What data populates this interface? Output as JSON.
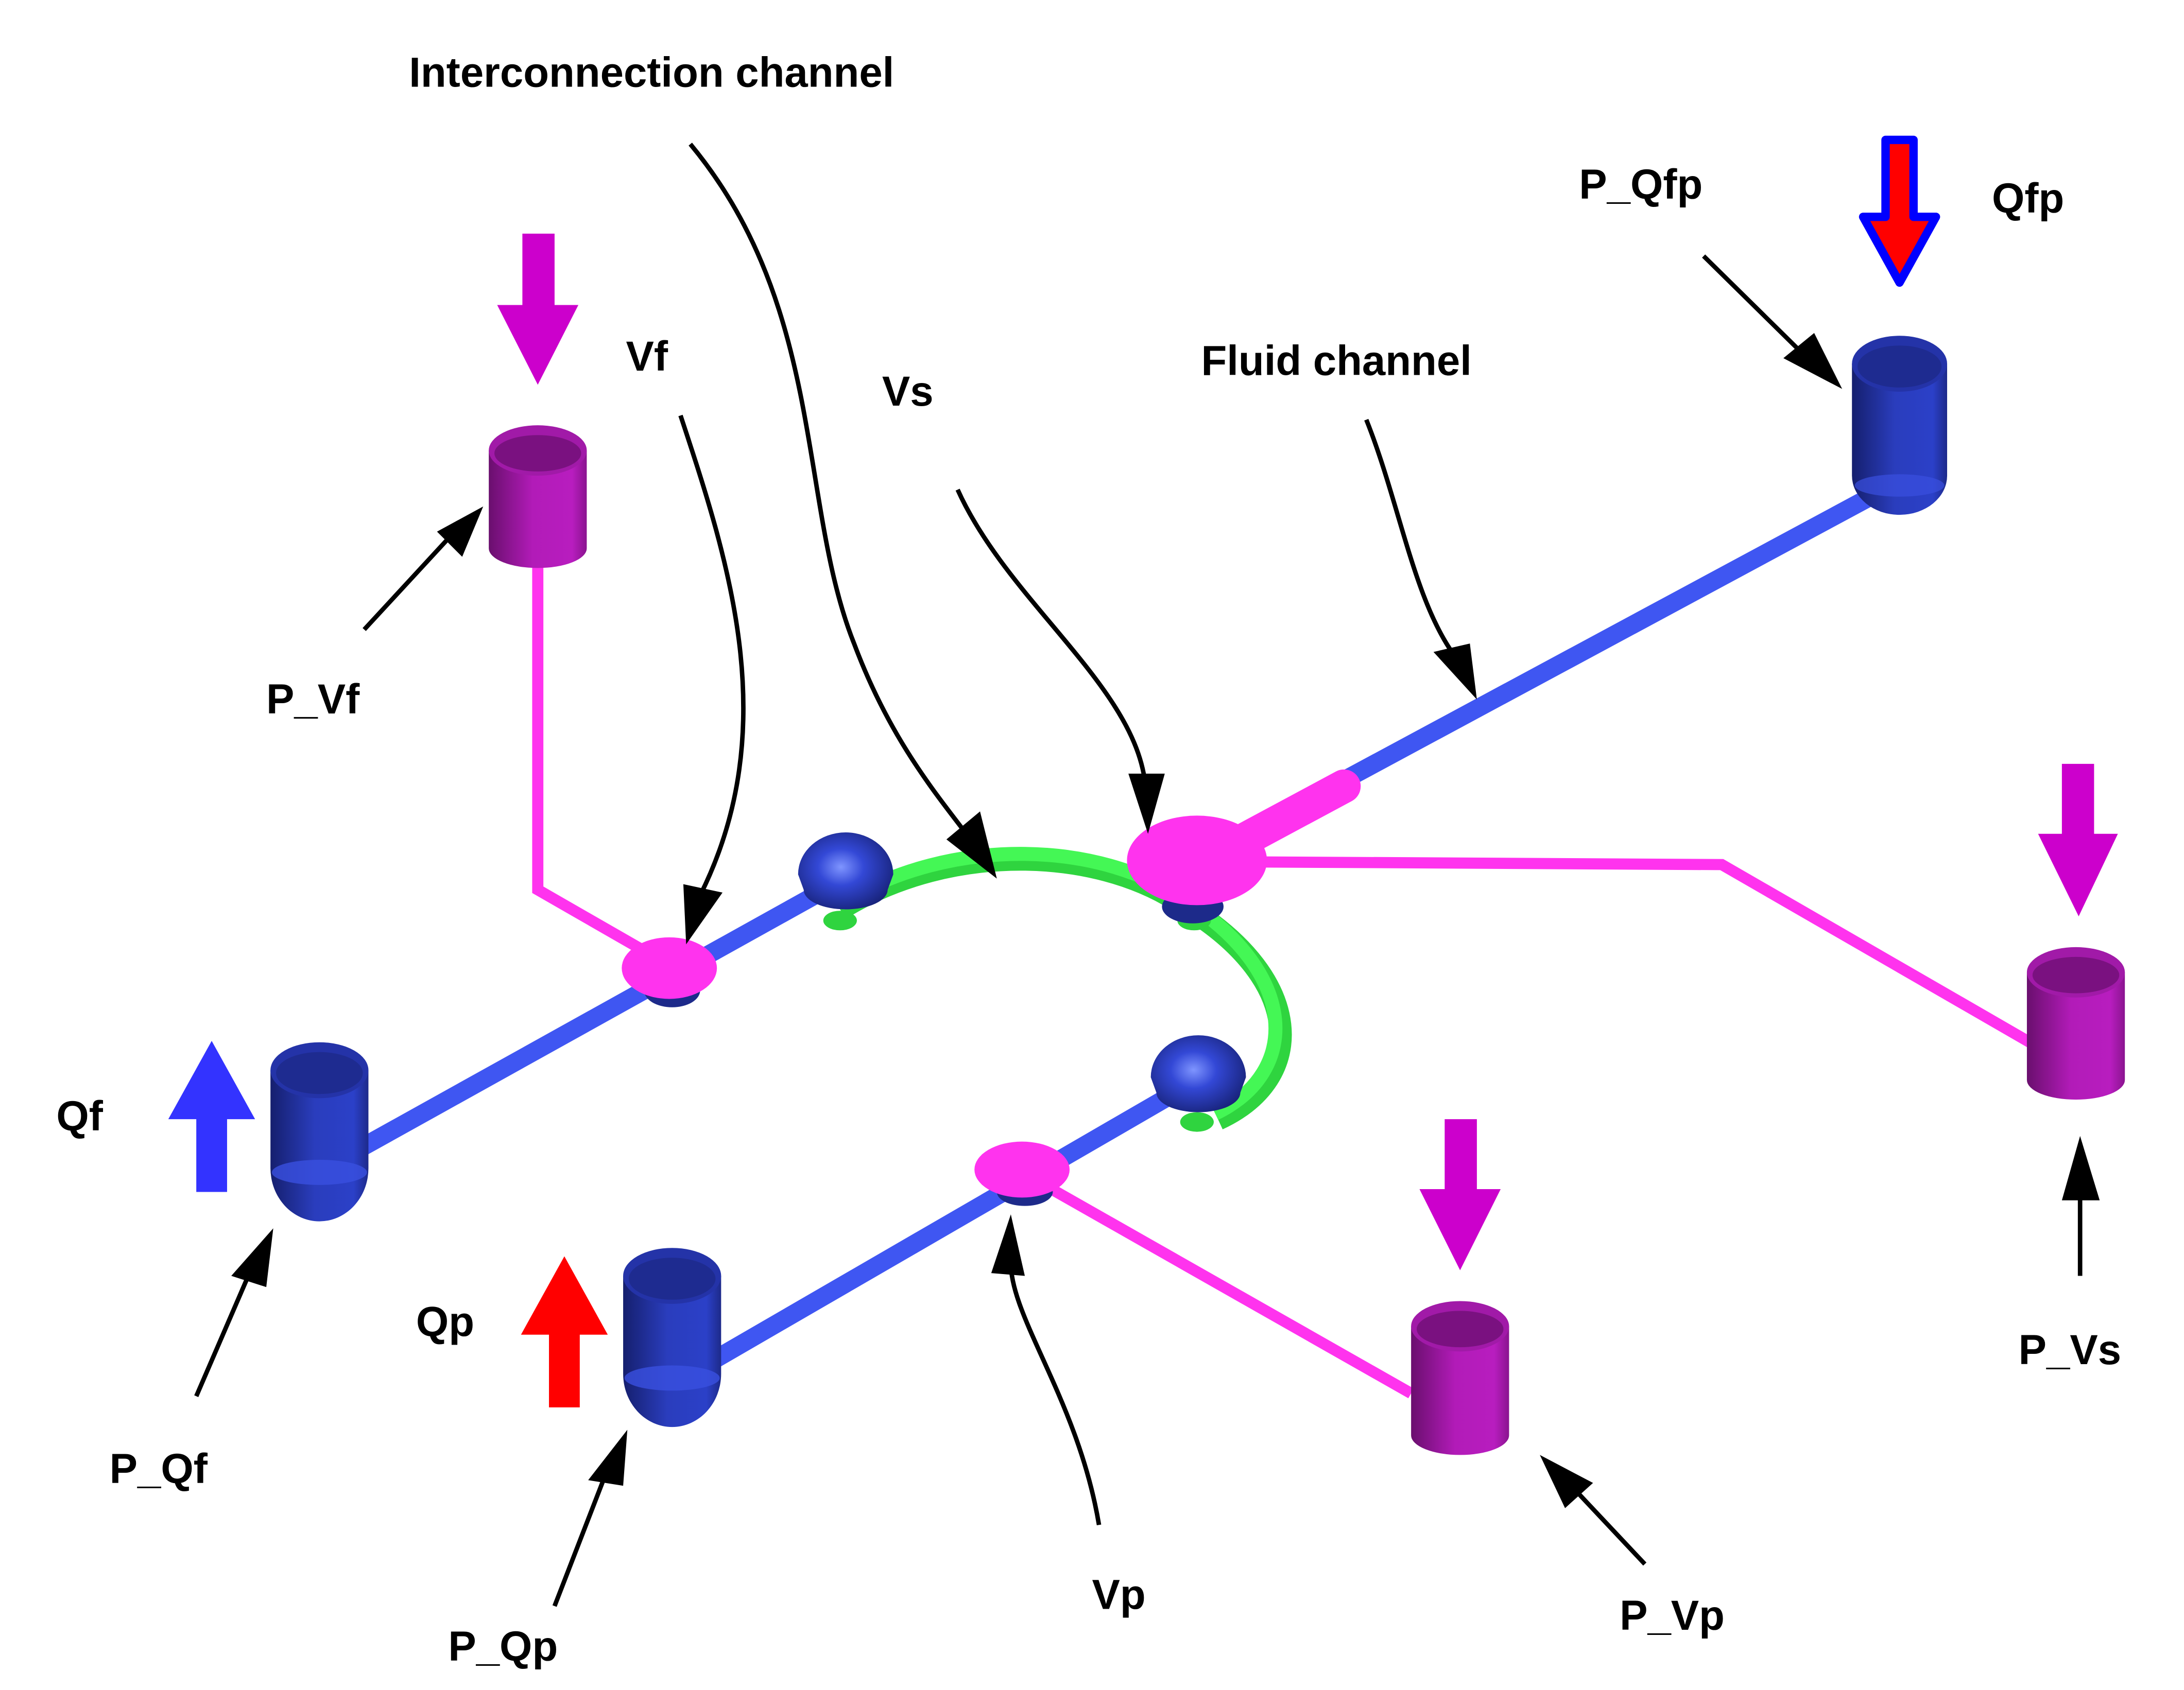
{
  "colors": {
    "fluid_channel": "#3f56f2",
    "valve_channel": "#ff33ee",
    "interconnection_channel": "#33ee44",
    "reservoir_blue": "#2a3dbd",
    "reservoir_purple": "#b21bb8",
    "arrow_purple": "#cc00cc",
    "arrow_blue": "#3333ff",
    "arrow_red": "#ff0000",
    "valve_membrane": "#ff33ee"
  },
  "labels": {
    "interconnection_channel": "Interconnection channel",
    "fluid_channel": "Fluid channel",
    "vf": "Vf",
    "vs": "Vs",
    "vp": "Vp",
    "qf": "Qf",
    "qp": "Qp",
    "qfp": "Qfp",
    "p_vf": "P_Vf",
    "p_vs": "P_Vs",
    "p_vp": "P_Vp",
    "p_qf": "P_Qf",
    "p_qp": "P_Qp",
    "p_qfp": "P_Qfp"
  },
  "flow_indicators": [
    {
      "port": "Qf",
      "direction": "up",
      "color": "blue"
    },
    {
      "port": "Qp",
      "direction": "up",
      "color": "red"
    },
    {
      "port": "Qfp",
      "direction": "down",
      "color": "red with blue outline"
    },
    {
      "port": "P_Vf",
      "direction": "down",
      "color": "purple"
    },
    {
      "port": "P_Vs",
      "direction": "down",
      "color": "purple"
    },
    {
      "port": "P_Vp",
      "direction": "down",
      "color": "purple"
    }
  ]
}
